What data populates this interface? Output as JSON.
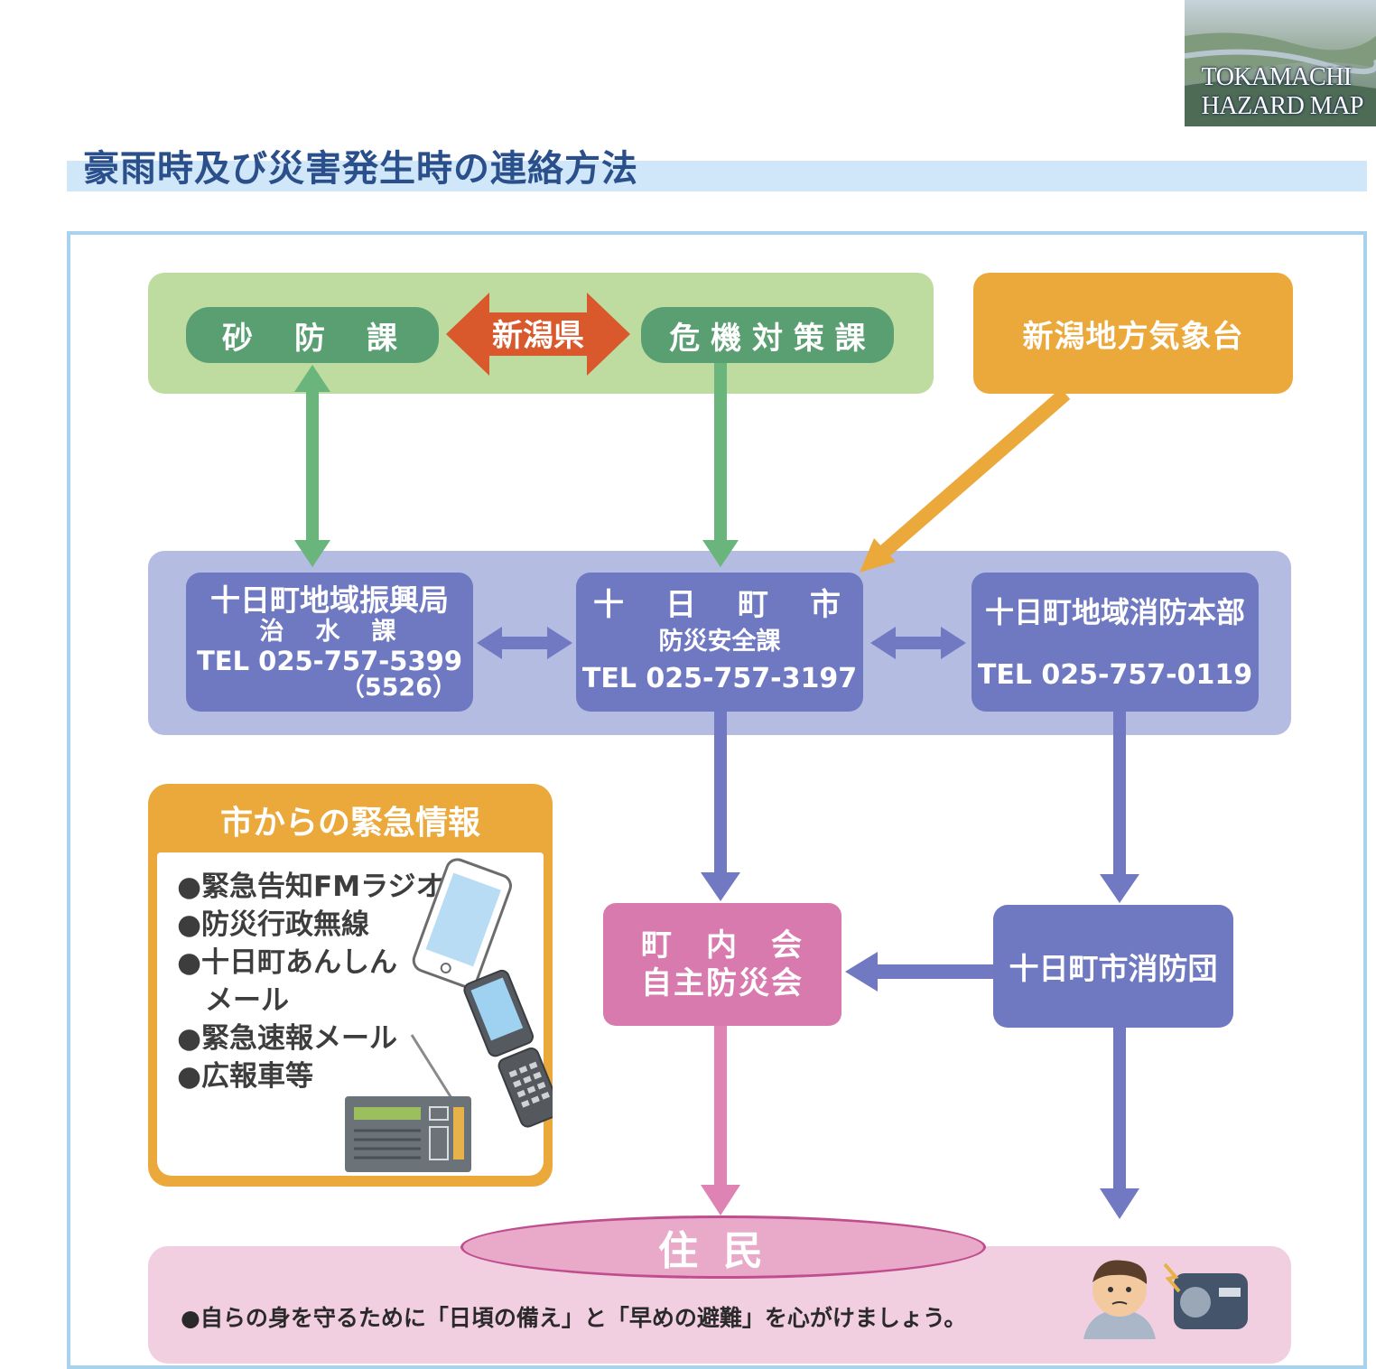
{
  "header": {
    "cover_label_line1": "TOKAMACHI",
    "cover_label_line2": "HAZARD MAP",
    "title": "豪雨時及び災害発生時の連絡方法"
  },
  "prefecture": {
    "left": "砂　防　課",
    "center": "新潟県",
    "right": "危 機 対 策 課"
  },
  "jma": "新潟地方気象台",
  "city": {
    "regional": {
      "name": "十日町地域振興局",
      "dept": "治　水　課",
      "tel": "TEL 025-757-5399",
      "ext": "（5526）"
    },
    "city_office": {
      "name": "十　日　町　市",
      "dept": "防災安全課",
      "tel": "TEL 025-757-3197"
    },
    "fire_hq": {
      "name": "十日町地域消防本部",
      "tel": "TEL 025-757-0119"
    }
  },
  "info": {
    "title": "市からの緊急情報",
    "items": [
      "●緊急告知FMラジオ",
      "●防災行政無線",
      "●十日町あんしん",
      "　メール",
      "●緊急速報メール",
      "●広報車等"
    ]
  },
  "neighborhood": {
    "line1": "町　内　会",
    "line2": "自主防災会"
  },
  "fire_corps": "十日町市消防団",
  "residents": {
    "label": "住民",
    "note": "●自らの身を守るために「日頃の備え」と「早めの避難」を心がけましょう。"
  },
  "colors": {
    "green_arrow": "#6ab57c",
    "orange_arrow": "#eba93c",
    "blue_arrow": "#7179c2",
    "pink_arrow": "#df83b5",
    "red_arrow": "#d9582c"
  }
}
